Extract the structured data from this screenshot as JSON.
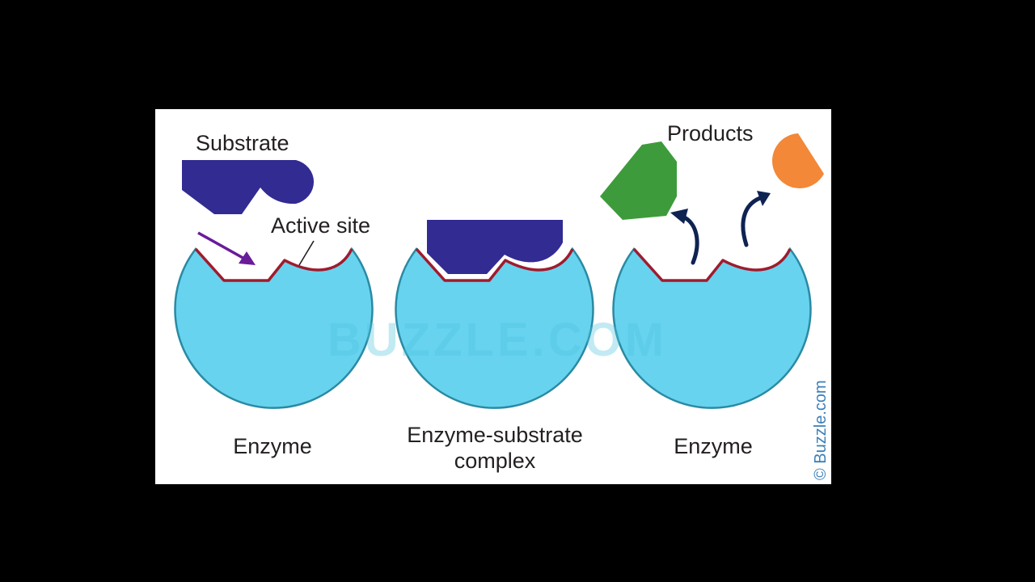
{
  "labels": {
    "substrate": "Substrate",
    "active_site": "Active site",
    "products": "Products",
    "enzyme_left": "Enzyme",
    "complex_line1": "Enzyme-substrate",
    "complex_line2": "complex",
    "enzyme_right": "Enzyme"
  },
  "watermark": "BUZZLE.COM",
  "credit": "© Buzzle.com",
  "colors": {
    "enzyme_fill": "#67d3ef",
    "enzyme_stroke": "#2a8aa3",
    "active_site": "#a01b2e",
    "substrate": "#322b92",
    "product_green": "#3e9b3b",
    "product_orange": "#f28838",
    "arrow_purple": "#6a1b9a",
    "arrow_navy": "#0f2352"
  }
}
